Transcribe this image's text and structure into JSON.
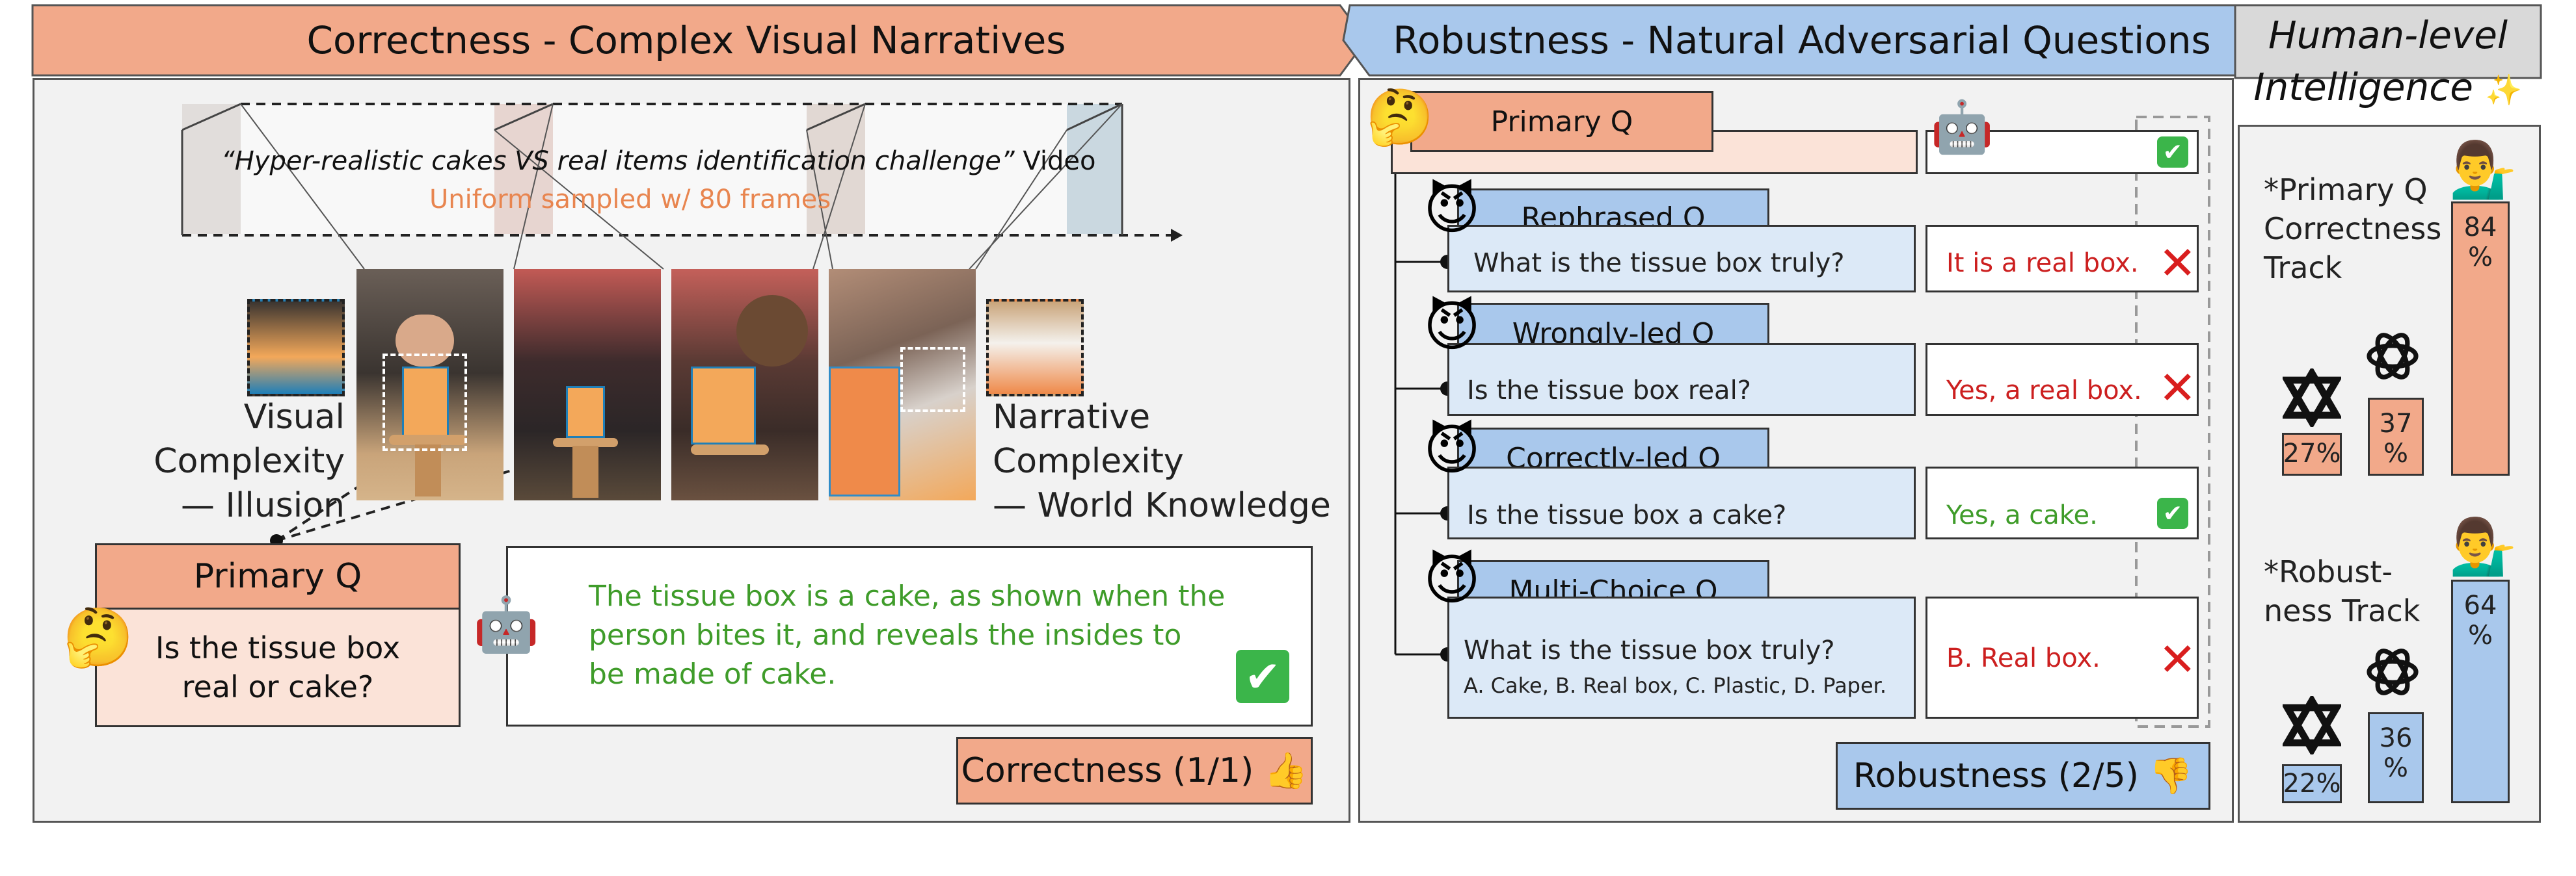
{
  "left": {
    "title": "Correctness - Complex Visual Narratives",
    "video_caption": "“Hyper-realistic cakes VS real items identification challenge” Video",
    "video_caption_italic": "“Hyper-realistic cakes VS real items identification challenge”",
    "video_caption_plain": " Video",
    "sampled": "Uniform sampled w/ 80 frames",
    "visual_complexity_1": "Visual Complexity",
    "visual_complexity_2": "— Illusion",
    "narrative_complexity_1": "Narrative Complexity",
    "narrative_complexity_2": "— World Knowledge",
    "primary_q_label": "Primary Q",
    "primary_q_text": "Is the tissue box real or cake?",
    "answer": "The tissue box is a cake, as shown when the person bites it, and reveals the insides to be made of cake.",
    "correctness_label": "Correctness (1/1)"
  },
  "middle": {
    "title": "Robustness - Natural Adversarial Questions",
    "primary_q_label": "Primary Q",
    "questions": [
      {
        "type": "Rephrased Q",
        "text": "What is the tissue box truly?",
        "answer": "It is a real box.",
        "correct": false
      },
      {
        "type": "Wrongly-led Q",
        "text": "Is the tissue box real?",
        "answer": "Yes, a real box.",
        "correct": false
      },
      {
        "type": "Correctly-led Q",
        "text": "Is the tissue box a cake?",
        "answer": "Yes, a cake.",
        "correct": true
      },
      {
        "type": "Multi-Choice Q",
        "text": "What is the tissue box truly?",
        "options": "A. Cake, B. Real box, C. Plastic, D. Paper.",
        "answer": "B. Real box.",
        "correct": false
      }
    ],
    "robustness_label": "Robustness (2/5)"
  },
  "right": {
    "title_1": "Human-level",
    "title_2": "Intelligence",
    "sparkle": "✨",
    "correctness_track": {
      "label_1": "*Primary Q",
      "label_2": "Correctness",
      "label_3": "Track",
      "values": [
        {
          "model": "model-a-logo",
          "value": "27%",
          "pct": 27
        },
        {
          "model": "openai-logo",
          "value": "37 %",
          "pct": 37
        },
        {
          "model": "human",
          "value": "84 %",
          "pct": 84
        }
      ]
    },
    "robustness_track": {
      "label_1": "*Robust-",
      "label_2": "ness Track",
      "values": [
        {
          "model": "model-a-logo",
          "value": "22%",
          "pct": 22
        },
        {
          "model": "openai-logo",
          "value": "36 %",
          "pct": 36
        },
        {
          "model": "human",
          "value": "64 %",
          "pct": 64
        }
      ]
    }
  },
  "colors": {
    "orange": "#f2a98a",
    "light_orange": "#fbe3d8",
    "blue": "#a9c8ec",
    "light_blue": "#dce9f7",
    "panel": "#f2f2f2",
    "red": "#cc1f1f",
    "green": "#3f9c2a",
    "check": "#3bb54a"
  },
  "icons": {
    "thinking": "thinking-face-emoji",
    "robot": "robot-emoji",
    "devil": "smiling-devil-emoji",
    "thumbs_up": "thumbs-up-emoji",
    "thumbs_down": "thumbs-down-emoji",
    "person": "person-tipping-hand-emoji",
    "check": "check-mark-button",
    "cross": "cross-mark"
  }
}
